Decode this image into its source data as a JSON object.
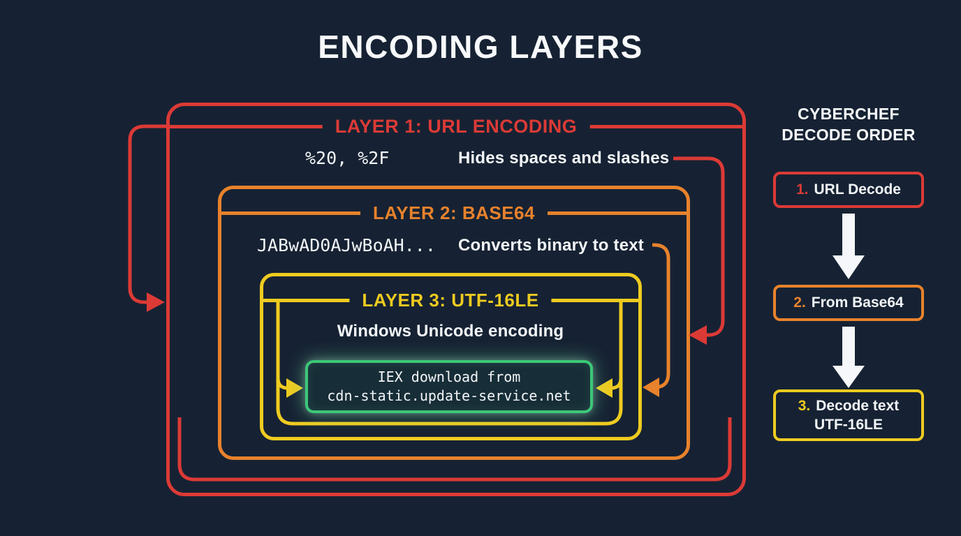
{
  "title": "ENCODING LAYERS",
  "colors": {
    "background": "#162233",
    "layer1_red": "#dc3a36",
    "layer2_orange": "#e8822c",
    "layer3_yellow": "#eecb20",
    "payload_green": "#3cc878",
    "text_white": "#f2f5f7"
  },
  "layers": {
    "layer1": {
      "title": "LAYER 1: URL ENCODING",
      "code": "%20, %2F",
      "description": "Hides spaces and slashes"
    },
    "layer2": {
      "title": "LAYER 2: BASE64",
      "code": "JABwAD0AJwBoAH...",
      "description": "Converts binary to text"
    },
    "layer3": {
      "title": "LAYER 3: UTF-16LE",
      "description": "Windows Unicode encoding"
    }
  },
  "payload": {
    "line1": "IEX download from",
    "line2": "cdn-static.update-service.net"
  },
  "decode_panel": {
    "heading_line1": "CYBERCHEF",
    "heading_line2": "DECODE ORDER",
    "steps": [
      {
        "number": "1.",
        "label": "URL Decode"
      },
      {
        "number": "2.",
        "label": "From Base64"
      },
      {
        "number": "3.",
        "label": "Decode text",
        "label2": "UTF-16LE"
      }
    ]
  }
}
